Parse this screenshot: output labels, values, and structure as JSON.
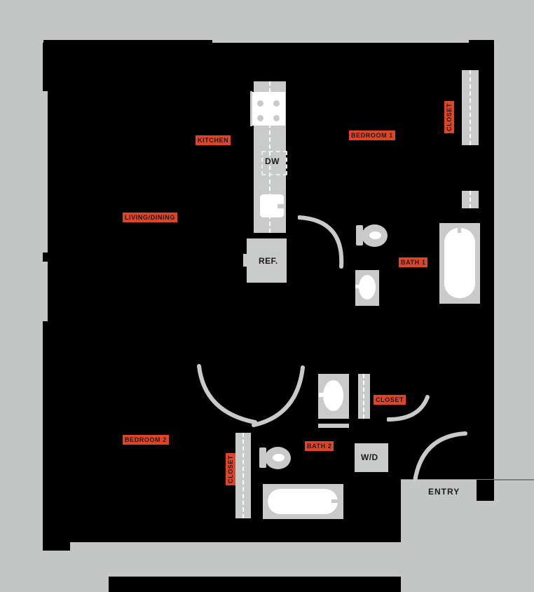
{
  "plan": {
    "type": "apartment-floor-plan",
    "background_color": "#c4c6c5",
    "plan_fill": "#000000",
    "fixture_fill": "#c9cbca",
    "label_highlight": "#e04427",
    "label_text_color": "#1a1a1a"
  },
  "room_labels": [
    {
      "id": "kitchen",
      "text": "KITCHEN",
      "orientation": "h"
    },
    {
      "id": "living-dining",
      "text": "LIVING/DINING",
      "orientation": "h"
    },
    {
      "id": "bedroom-1",
      "text": "BEDROOM 1",
      "orientation": "h"
    },
    {
      "id": "bedroom-2",
      "text": "BEDROOM 2",
      "orientation": "h"
    },
    {
      "id": "bath-1",
      "text": "BATH 1",
      "orientation": "h"
    },
    {
      "id": "bath-2",
      "text": "BATH 2",
      "orientation": "h"
    },
    {
      "id": "closet-mid",
      "text": "CLOSET",
      "orientation": "h"
    },
    {
      "id": "closet-right",
      "text": "CLOSET",
      "orientation": "v"
    },
    {
      "id": "closet-bottom",
      "text": "CLOSET",
      "orientation": "v"
    }
  ],
  "fixture_labels": {
    "dishwasher": "DW",
    "refrigerator": "REF.",
    "washer_dryer": "W/D"
  },
  "entry": {
    "label": "ENTRY"
  },
  "fixtures": [
    {
      "name": "range-cooktop",
      "label": ""
    },
    {
      "name": "dishwasher",
      "label": "DW"
    },
    {
      "name": "kitchen-sink",
      "label": ""
    },
    {
      "name": "refrigerator",
      "label": "REF."
    },
    {
      "name": "toilet-bath-1",
      "label": ""
    },
    {
      "name": "vanity-sink-bath-1",
      "label": ""
    },
    {
      "name": "bathtub-bath-1",
      "label": ""
    },
    {
      "name": "toilet-bath-2",
      "label": ""
    },
    {
      "name": "bathtub-bath-2",
      "label": ""
    },
    {
      "name": "washer-dryer",
      "label": "W/D"
    },
    {
      "name": "vanity-sink-bath-2",
      "label": ""
    }
  ]
}
